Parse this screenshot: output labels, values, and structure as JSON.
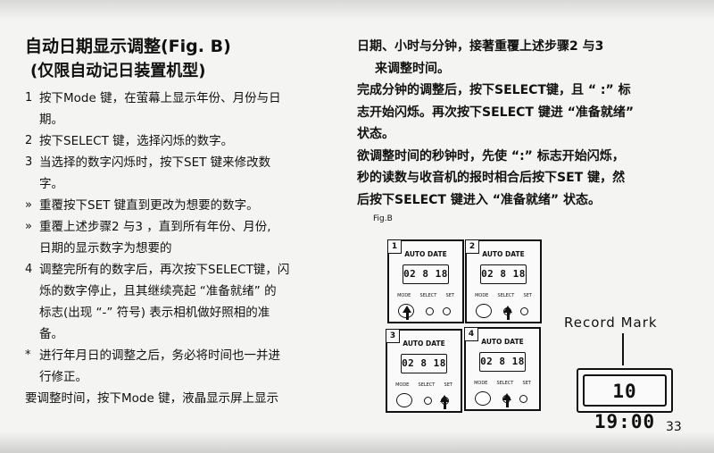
{
  "left": {
    "title": "自动日期显示调整(Fig. B)",
    "subtitle": "(仅限自动记日装置机型)",
    "items": [
      {
        "num": "1",
        "lines": [
          "按下Mode 键，在萤幕上显示年份、月份与日",
          "期。"
        ]
      },
      {
        "num": "2",
        "lines": [
          "按下SELECT 键，选择闪烁的数字。"
        ]
      },
      {
        "num": "3",
        "lines": [
          "当选择的数字闪烁时，按下SET 键来修改数",
          "字。"
        ]
      },
      {
        "num": "»",
        "lines": [
          "重覆按下SET 键直到更改为想要的数字。"
        ]
      },
      {
        "num": "»",
        "lines": [
          "重覆上述步骤2 与3 ，直到所有年份、月份,",
          "日期的显示数字为想要的"
        ]
      },
      {
        "num": "4",
        "lines": [
          "调整完所有的数字后，再次按下SELECT键，闪",
          "烁的数字停止，且其继续亮起 “准备就绪” 的",
          "标志(出现 “-” 符号) 表示相机做好照相的准",
          "备。"
        ]
      },
      {
        "num": "*",
        "lines": [
          "进行年月日的调整之后，务必将时间也一并进",
          "行修正。"
        ]
      }
    ],
    "last_line": "要调整时间，按下Mode 键，液晶显示屏上显示"
  },
  "right": {
    "paras": [
      [
        "日期、小时与分钟，接著重覆上述步骤2 与3",
        "来调整时间。"
      ],
      [
        "完成分钟的调整后，按下SELECT键，且 “ :” 标",
        "志开始闪烁。再次按下SELECT 键进 “准备就绪”",
        "状态。"
      ],
      [
        "欲调整时间的秒钟时，先使 “:” 标志开始闪烁，",
        "秒的读数与收音机的报时相合后按下SET 键，然",
        "后按下SELECT 键进入 “准备就绪” 状态。"
      ]
    ]
  },
  "figure": {
    "label": "Fig.B",
    "panels": [
      {
        "num": "1",
        "title": "AUTO DATE",
        "lcd": "02 8 18",
        "buttons": [
          "MODE",
          "SELECT",
          "SET"
        ],
        "pressed": "MODE"
      },
      {
        "num": "2",
        "title": "AUTO DATE",
        "lcd": "02 8 18",
        "buttons": [
          "MODE",
          "SELECT",
          "SET"
        ],
        "pressed": "SELECT"
      },
      {
        "num": "3",
        "title": "AUTO DATE",
        "lcd": "02 8 18",
        "buttons": [
          "MODE",
          "SELECT",
          "SET"
        ],
        "pressed": "SET"
      },
      {
        "num": "4",
        "title": "AUTO DATE",
        "lcd": "02 8 18",
        "buttons": [
          "MODE",
          "SELECT",
          "SET"
        ],
        "pressed": "SELECT"
      }
    ],
    "record_mark_label": "Record Mark",
    "record_display": "10 19:00"
  },
  "page_number": "33"
}
